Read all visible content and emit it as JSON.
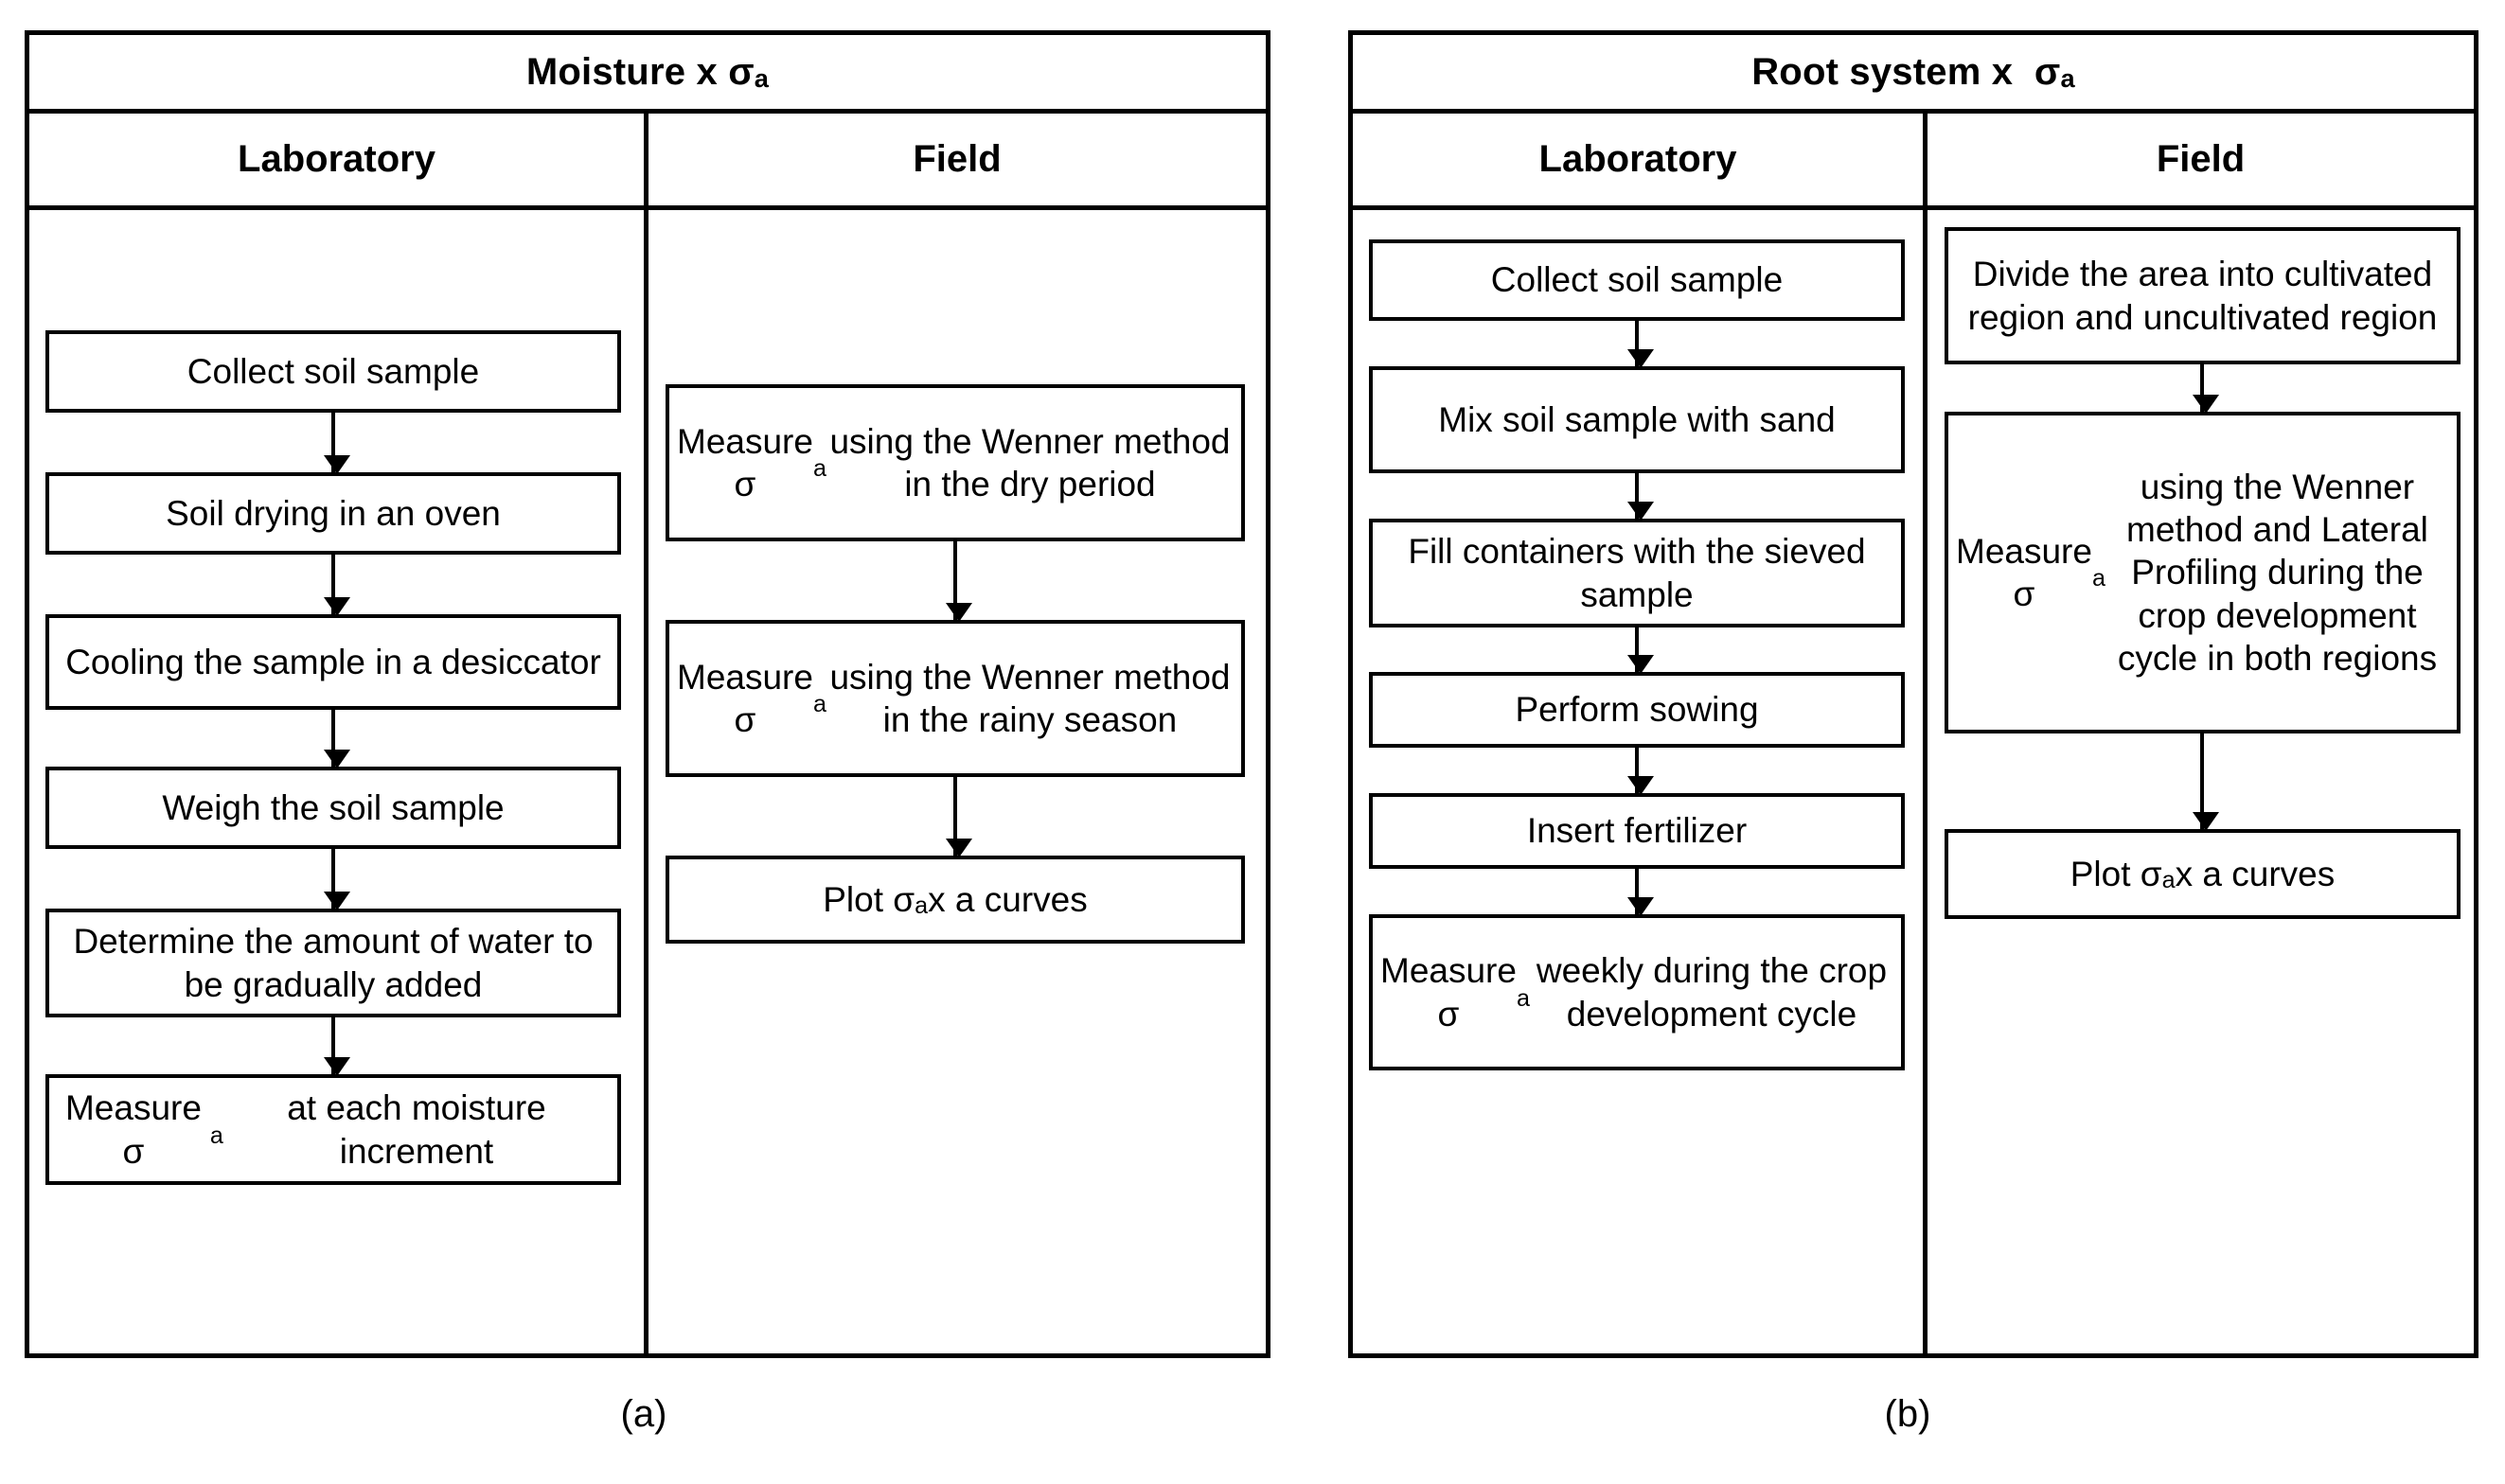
{
  "figure": {
    "caption_a": "(a)",
    "caption_b": "(b)"
  },
  "panels": [
    {
      "id": "a",
      "title": "Moisture x σ",
      "title_sub": "a",
      "columns": [
        {
          "header": "Laboratory",
          "steps": [
            "Collect soil sample",
            "Soil drying in an oven",
            "Cooling the sample in a desiccator",
            "Weigh the soil sample",
            "Determine the amount of water to be gradually added",
            "Measure σa at each moisture increment"
          ]
        },
        {
          "header": "Field",
          "steps": [
            "Measure σa using the Wenner method in the dry period",
            "Measure σa using the Wenner method in the rainy season",
            "Plot σa x a curves"
          ]
        }
      ]
    },
    {
      "id": "b",
      "title": "Root system x  σ",
      "title_sub": "a",
      "columns": [
        {
          "header": "Laboratory",
          "steps": [
            "Collect soil sample",
            "Mix soil sample with sand",
            "Fill containers with the sieved sample",
            "Perform sowing",
            "Insert fertilizer",
            "Measure σa weekly during the crop development cycle"
          ]
        },
        {
          "header": "Field",
          "steps": [
            "Divide the area into cultivated region and uncultivated region",
            "Measure σa using the Wenner method and Lateral Profiling during the crop development cycle in both regions",
            "Plot σa x a curves"
          ]
        }
      ]
    }
  ],
  "symbols": {
    "sigma_apparent": "σa",
    "multiply": "x"
  }
}
